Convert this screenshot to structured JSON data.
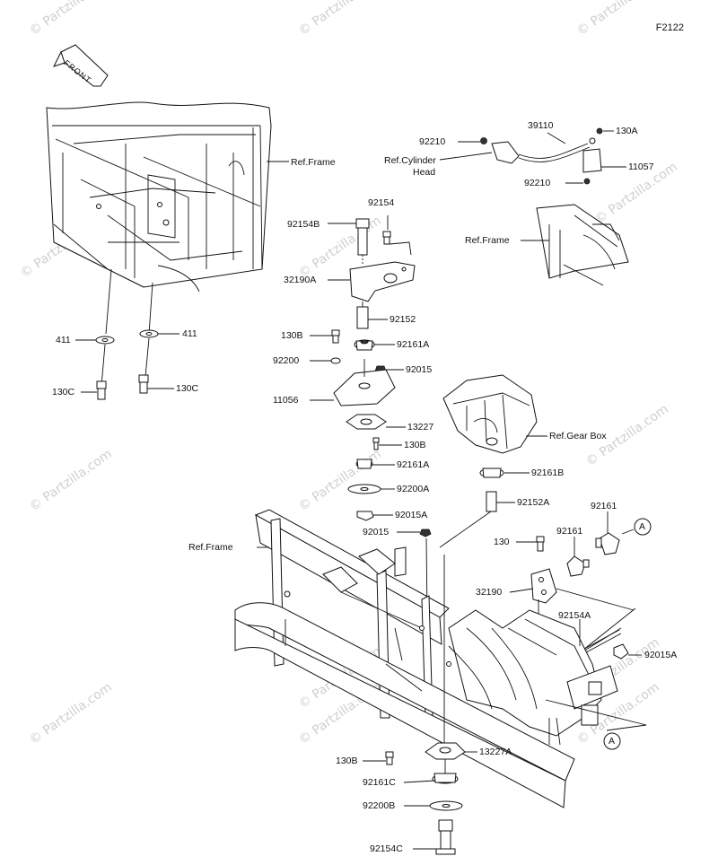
{
  "figure_code": "F2122",
  "front_label": "FRONT",
  "watermark_text": "© Partzilla.com",
  "colors": {
    "line": "#111111",
    "background": "#ffffff",
    "watermark": "#cfcfcf"
  },
  "callouts": {
    "A_top": "A",
    "A_bottom": "A"
  },
  "labels": {
    "ref_frame_top": "Ref.Frame",
    "p411_left": "411",
    "p411_right": "411",
    "p130C_left": "130C",
    "p130C_right": "130C",
    "p92154": "92154",
    "p92154B": "92154B",
    "p32190A": "32190A",
    "p92152": "92152",
    "p130B_top": "130B",
    "p92161A_top": "92161A",
    "p92200": "92200",
    "p92015_top": "92015",
    "p11056": "11056",
    "p13227": "13227",
    "p130B_mid": "130B",
    "p92161A_mid": "92161A",
    "p92200A": "92200A",
    "p92015A": "92015A",
    "p92015_mid": "92015",
    "ref_frame_mid": "Ref.Frame",
    "p92210_top": "92210",
    "ref_cylinder": "Ref.Cylinder",
    "head": "Head",
    "p39110": "39110",
    "p130A": "130A",
    "p11057": "11057",
    "p92210_bot": "92210",
    "ref_frame_right": "Ref.Frame",
    "ref_gearbox": "Ref.Gear Box",
    "p92161B": "92161B",
    "p92152A": "92152A",
    "p92161_a": "92161",
    "p92161_b": "92161",
    "p130": "130",
    "p32190": "32190",
    "p92154A": "92154A",
    "p92015A_right": "92015A",
    "p130B_bot": "130B",
    "p13227A": "13227A",
    "p92161C": "92161C",
    "p92200B": "92200B",
    "p92154C": "92154C"
  }
}
